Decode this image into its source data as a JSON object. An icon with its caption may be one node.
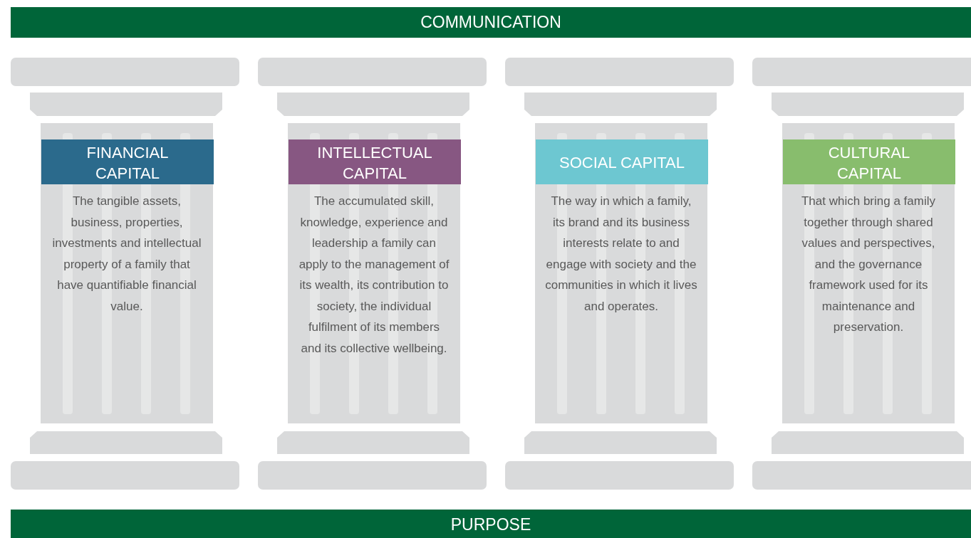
{
  "diagram": {
    "nodes": [
      {
        "text": [
          "COMMUNICATION"
        ]
      },
      {
        "text": [
          "FINANCIAL CAPITAL",
          "The tangible assets, business, properties, investments and intellectual property of a family that have quantifiable financial value."
        ]
      },
      {
        "text": [
          "INTELLECTUAL CAPITAL",
          "The accumulated skill, knowledge, experience and leadership a family can apply to the management of its wealth, its contribution to society, the individual fulfilment of its members and its collective wellbeing."
        ]
      },
      {
        "text": [
          "SOCIAL CAPITAL",
          "The way in which a family, its brand and its business interests relate to and engage with society and the communities in which it lives and operates."
        ]
      },
      {
        "text": [
          "CULTURAL CAPITAL",
          "That which bring a family together through shared values and perspectives, and the governance framework used for its maintenance and preservation."
        ]
      },
      {
        "text": [
          "PURPOSE"
        ]
      }
    ]
  }
}
